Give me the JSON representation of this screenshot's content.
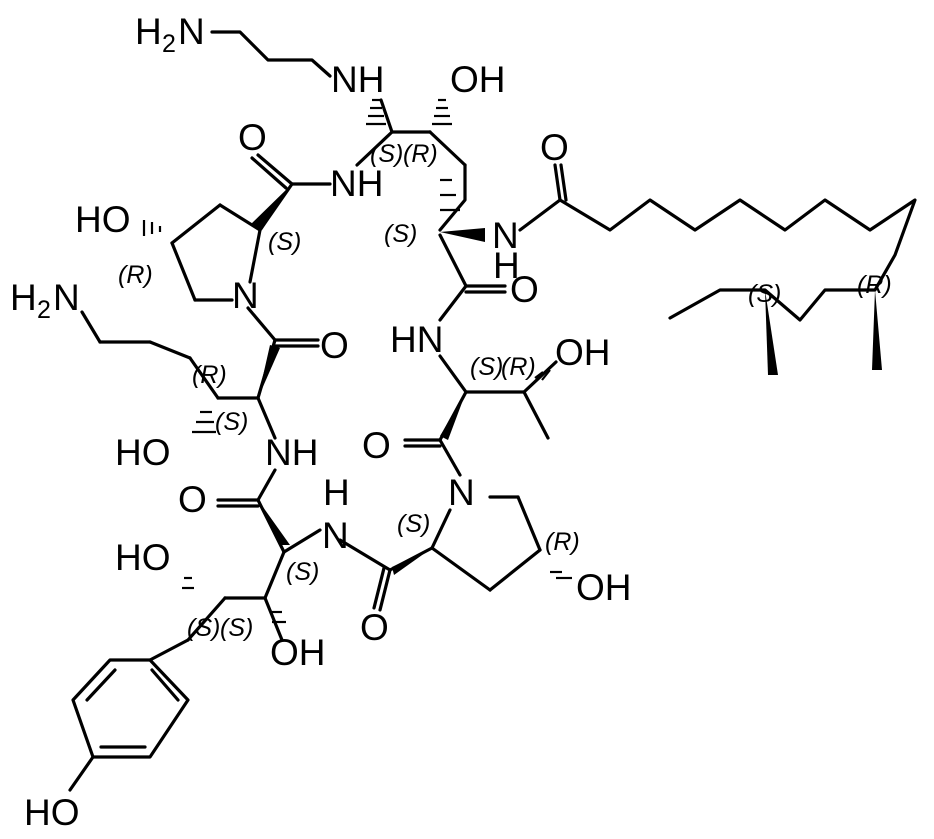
{
  "atom_labels": {
    "h2n_top": "H",
    "h2n_top_sub": "2",
    "h2n_top_n": "N",
    "nh_top": "NH",
    "oh_top": "OH",
    "o_amide_top": "O",
    "nh_amide_top": "NH",
    "ho_pyrrolidine": "HO",
    "n_pyrrolidine": "N",
    "h2n_left": "H",
    "h2n_left_sub": "2",
    "h2n_left_n": "N",
    "o_carbonyl_mid": "O",
    "ho_left": "HO",
    "nh_left": "NH",
    "o_carbonyl_left": "O",
    "h_nh_mid": "H",
    "n_nh_mid": "N",
    "ho_lower_left": "HO",
    "oh_lower_left": "OH",
    "ho_phenol": "HO",
    "o_carbonyl_lower": "O",
    "n_pyrrolidine_lower": "N",
    "oh_pyrrolidine_lower": "OH",
    "o_carbonyl_thr": "O",
    "hn_thr": "HN",
    "oh_thr": "OH",
    "o_amide_right": "O",
    "n_side_chain": "N",
    "h_side_chain": "H",
    "o_side_chain": "O"
  },
  "stereo_labels": {
    "s_top_nh": "(S)",
    "r_top_oh": "(R)",
    "s_pyrrolidine": "(S)",
    "r_pyrrolidine": "(R)",
    "s_ring_ch": "(S)",
    "r_orn_oh": "(R)",
    "s_orn": "(S)",
    "s_hty": "(S)",
    "s_hty_a": "(S)",
    "s_hty_b": "(S)",
    "s_pro_lower": "(S)",
    "r_pro_lower": "(R)",
    "s_thr": "(S)",
    "r_thr": "(R)",
    "s_chain": "(S)",
    "r_chain": "(R)"
  }
}
